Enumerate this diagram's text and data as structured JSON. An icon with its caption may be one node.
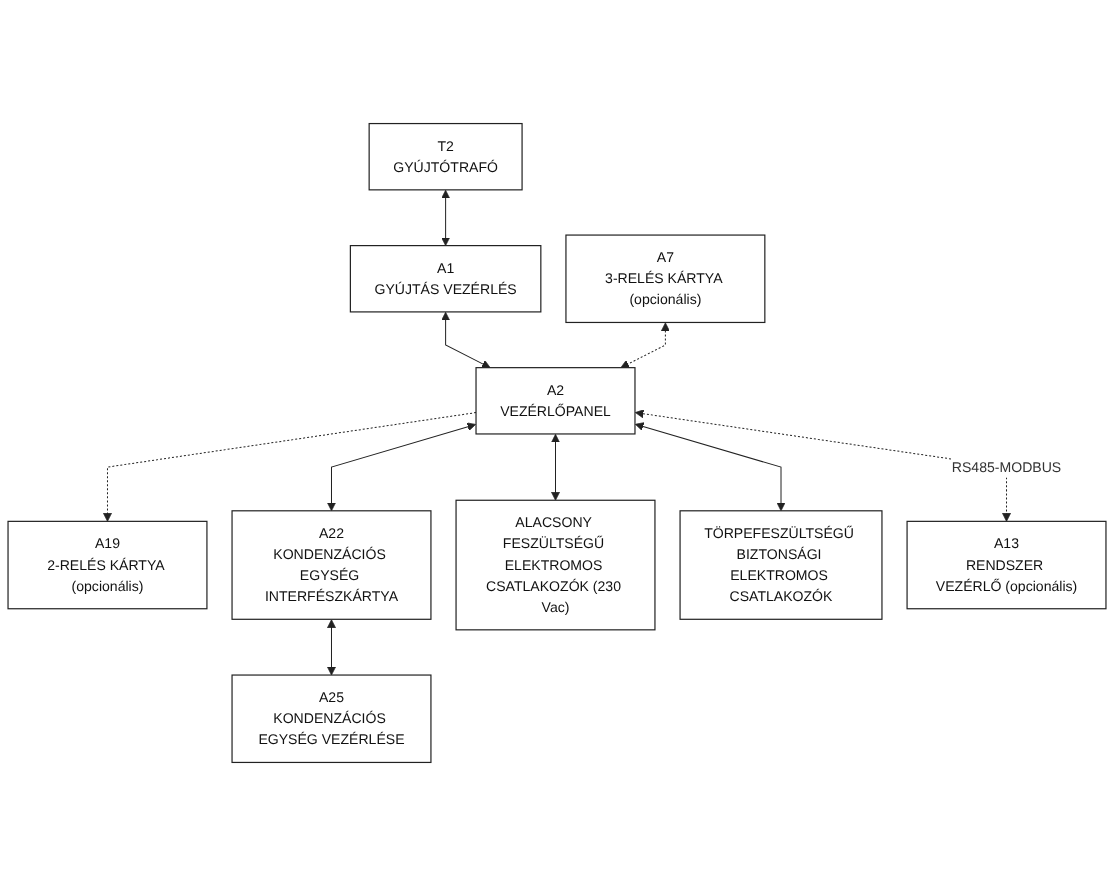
{
  "diagram": {
    "nodes": [
      {
        "text": [
          "T2",
          "GYÚJTÓTRAFÓ"
        ]
      },
      {
        "text": [
          "A19",
          "2-RELÉS KÁRTYA (opcionális)"
        ]
      },
      {
        "text": [
          "A7",
          "3-RELÉS KÁRTYA (opcionális)"
        ]
      },
      {
        "text": [
          "A25",
          "KONDENZÁCIÓS EGYSÉG VEZÉRLÉSE"
        ]
      },
      {
        "text": [
          "A1",
          "GYÚJTÁS VEZÉRLÉS"
        ]
      },
      {
        "text": [
          "A2",
          "VEZÉRLŐPANEL"
        ]
      },
      {
        "text": [
          "A22",
          "KONDENZÁCIÓS EGYSÉG INTERFÉSZKÁRTYA"
        ]
      },
      {
        "text": [
          "ALACSONY FESZÜLTSÉGŰ ELEKTROMOS CSATLAKOZÓK (230 Vac)"
        ]
      },
      {
        "text": [
          "TÖRPEFESZÜLTSÉGŰ BIZTONSÁGI ELEKTROMOS CSATLAKOZÓK"
        ]
      },
      {
        "text": [
          "A13",
          "RENDSZER VEZÉRLŐ (opcionális)"
        ]
      }
    ],
    "edges": [
      {
        "from": 0,
        "to": 4,
        "arrow": "both"
      },
      {
        "from": 4,
        "to": 5,
        "arrow": "both"
      },
      {
        "from": 5,
        "to": 1,
        "arrow": "to",
        "style": "dashed"
      },
      {
        "from": 5,
        "to": 2,
        "arrow": "both",
        "style": "dashed"
      },
      {
        "from": 3,
        "to": 6,
        "arrow": "both"
      },
      {
        "from": 5,
        "to": 6,
        "arrow": "both"
      },
      {
        "from": 5,
        "to": 7,
        "arrow": "both"
      },
      {
        "from": 5,
        "to": 8,
        "arrow": "both"
      },
      {
        "from": 5,
        "to": 9,
        "arrow": "both",
        "style": "dashed",
        "label": "RS485-MODBUS"
      }
    ]
  }
}
